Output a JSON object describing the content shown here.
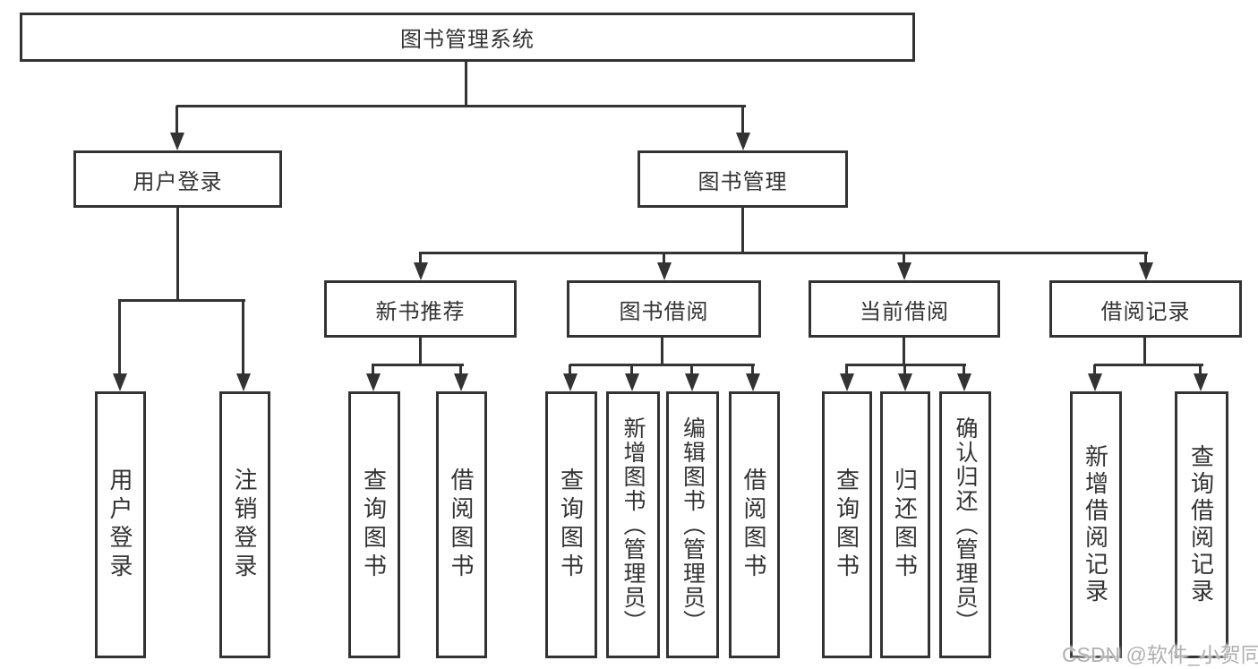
{
  "tree": {
    "root": "图书管理系统",
    "level2": {
      "login": "用户登录",
      "management": "图书管理"
    },
    "level3": {
      "recommend": "新书推荐",
      "borrow": "图书借阅",
      "current": "当前借阅",
      "records": "借阅记录"
    },
    "leaves": {
      "login": [
        "用户登录",
        "注销登录"
      ],
      "recommend": [
        "查询图书",
        "借阅图书"
      ],
      "borrow": [
        "查询图书",
        "新增图书（管理员）",
        "编辑图书（管理员）",
        "借阅图书"
      ],
      "current": [
        "查询图书",
        "归还图书",
        "确认归还（管理员）"
      ],
      "records": [
        "新增借阅记录",
        "查询借阅记录"
      ]
    }
  },
  "watermark": "CSDN @软件_小贺同学",
  "colors": {
    "line": "#333333",
    "background": "#ffffff",
    "watermark": "#b0b0b0"
  }
}
